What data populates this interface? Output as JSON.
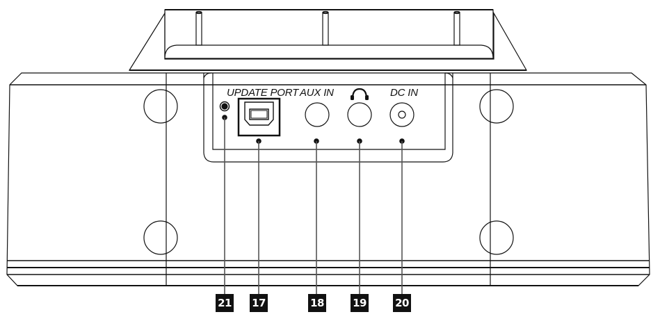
{
  "diagram": {
    "subject": "Rear panel of device with connection ports",
    "port_labels": {
      "update_port": "UPDATE PORT",
      "aux_in": "AUX IN",
      "headphones": "headphones-icon",
      "dc_in": "DC IN"
    },
    "callouts": [
      {
        "number": "21",
        "target": "reset-pinhole"
      },
      {
        "number": "17",
        "target": "update-port"
      },
      {
        "number": "18",
        "target": "aux-in-jack"
      },
      {
        "number": "19",
        "target": "headphone-jack"
      },
      {
        "number": "20",
        "target": "dc-in-jack"
      }
    ],
    "colors": {
      "line": "#111111",
      "badge_bg": "#111111",
      "badge_text": "#ffffff",
      "background": "#ffffff"
    }
  }
}
